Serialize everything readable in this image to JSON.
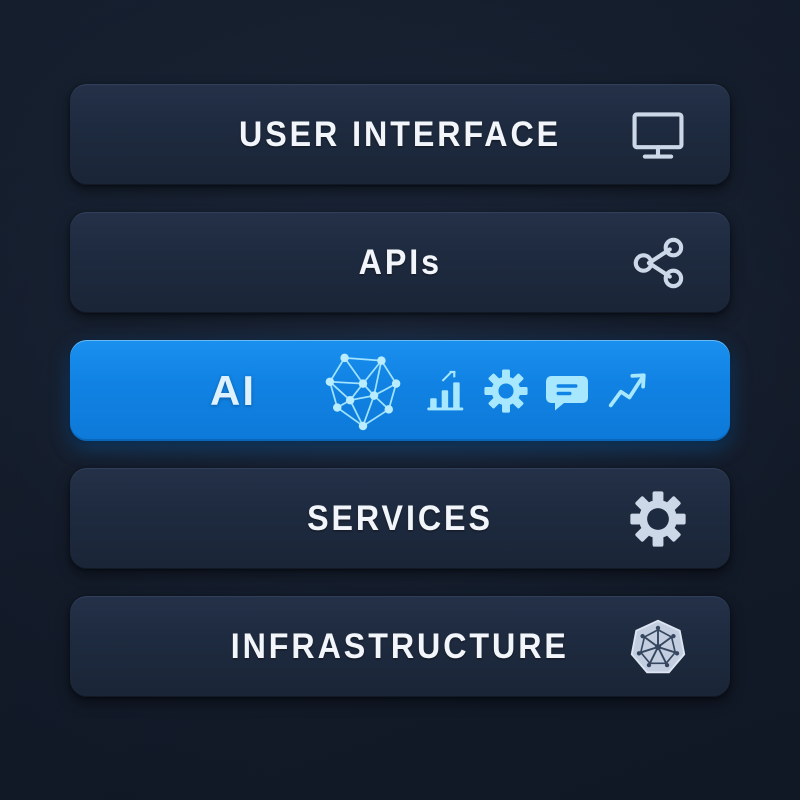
{
  "theme": {
    "background_color": "#131b29",
    "card_color": "#1e2a3f",
    "accent_color": "#1183e4",
    "label_color": "#f2f6fb",
    "icon_color": "#c7d3e3",
    "accent_icon_color": "#a8e4ff"
  },
  "diagram": {
    "type": "layered-stack",
    "highlighted_layer": "AI",
    "layers": [
      {
        "id": "user-interface",
        "label": "USER INTERFACE",
        "icon": "monitor-icon",
        "state": "inactive"
      },
      {
        "id": "apis",
        "label": "APIs",
        "icon": "share-network-icon",
        "state": "inactive"
      },
      {
        "id": "ai",
        "label": "AI",
        "state": "active",
        "icons": [
          "neural-network-icon",
          "bar-chart-icon",
          "gear-icon",
          "chat-bubble-icon",
          "trending-up-icon"
        ]
      },
      {
        "id": "services",
        "label": "SERVICES",
        "icon": "gear-icon",
        "state": "inactive"
      },
      {
        "id": "infrastructure",
        "label": "INFRASTRUCTURE",
        "icon": "kubernetes-helm-icon",
        "state": "inactive"
      }
    ]
  }
}
